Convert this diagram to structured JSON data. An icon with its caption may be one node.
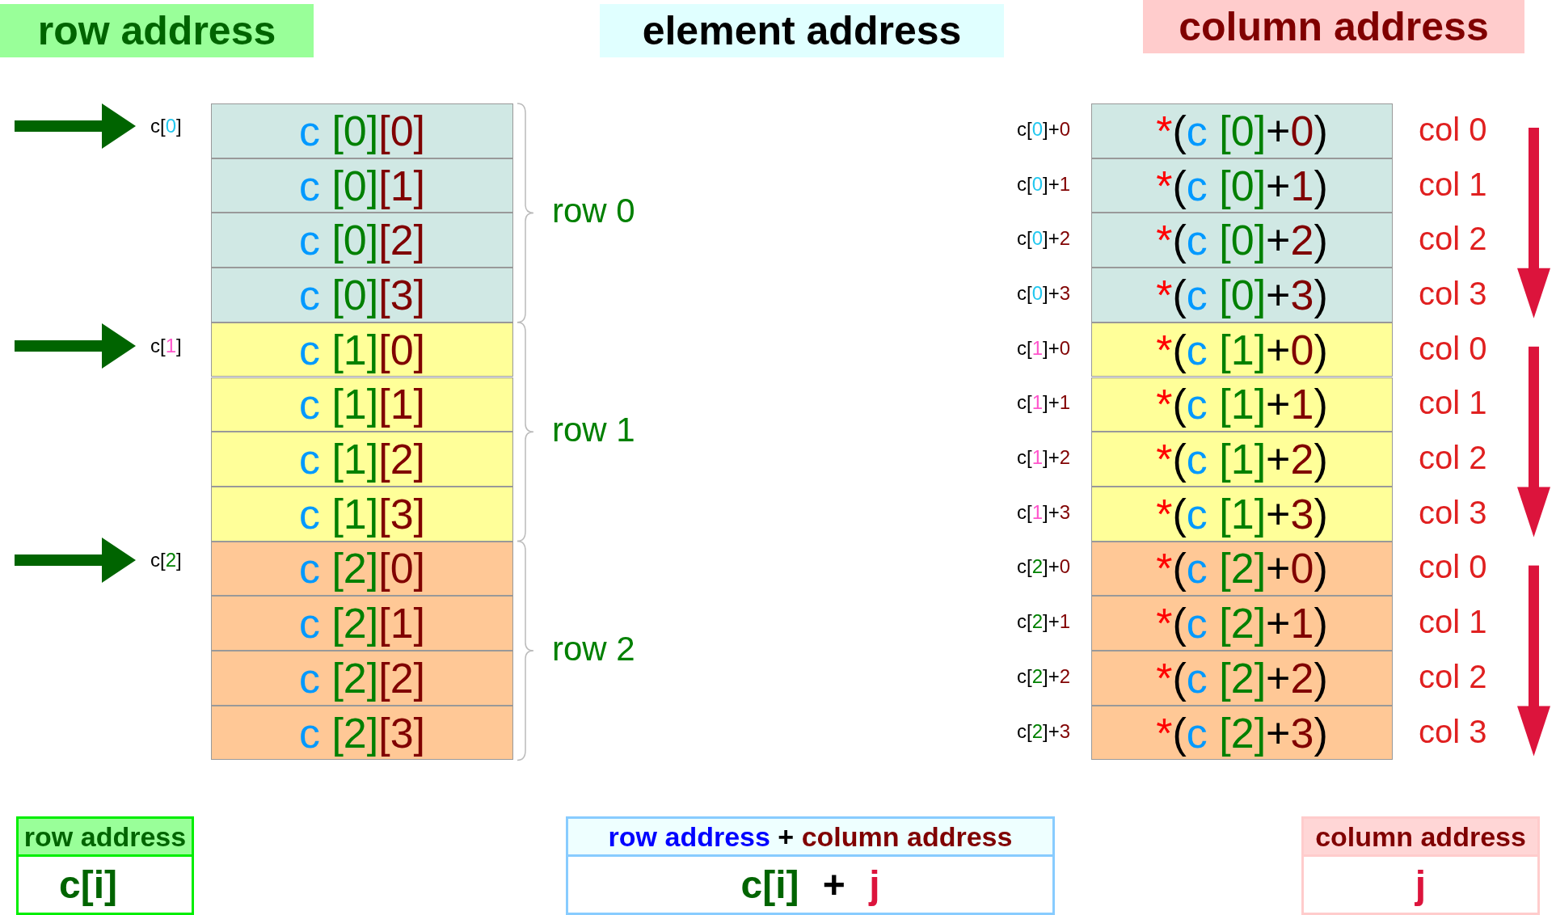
{
  "diagram": {
    "nodes": [
      {
        "text": [
          "row address"
        ]
      },
      {
        "text": [
          "element address"
        ]
      },
      {
        "text": [
          "column address"
        ]
      },
      {
        "text": [
          "c[0]"
        ]
      },
      {
        "text": [
          "c[1]"
        ]
      },
      {
        "text": [
          "c[2]"
        ]
      },
      {
        "text": [
          "c [0][0]"
        ]
      },
      {
        "text": [
          "c [0][1]"
        ]
      },
      {
        "text": [
          "c [0][2]"
        ]
      },
      {
        "text": [
          "c [0][3]"
        ]
      },
      {
        "text": [
          "c [1][0]"
        ]
      },
      {
        "text": [
          "c [1][1]"
        ]
      },
      {
        "text": [
          "c [1][2]"
        ]
      },
      {
        "text": [
          "c [1][3]"
        ]
      },
      {
        "text": [
          "c [2][0]"
        ]
      },
      {
        "text": [
          "c [2][1]"
        ]
      },
      {
        "text": [
          "c [2][2]"
        ]
      },
      {
        "text": [
          "c [2][3]"
        ]
      },
      {
        "text": [
          "*(c [0]+0)"
        ],
        "beside": [
          "c[0]+0",
          "col 0"
        ]
      },
      {
        "text": [
          "*(c [0]+1)"
        ],
        "beside": [
          "c[0]+1",
          "col 1"
        ]
      },
      {
        "text": [
          "*(c [0]+2)"
        ],
        "beside": [
          "c[0]+2",
          "col 2"
        ]
      },
      {
        "text": [
          "*(c [0]+3)"
        ],
        "beside": [
          "c[0]+3",
          "col 3"
        ]
      },
      {
        "text": [
          "*(c [1]+0)"
        ],
        "beside": [
          "c[1]+0",
          "col 0"
        ]
      },
      {
        "text": [
          "*(c [1]+1)"
        ],
        "beside": [
          "c[1]+1",
          "col 1"
        ]
      },
      {
        "text": [
          "*(c [1]+2)"
        ],
        "beside": [
          "c[1]+2",
          "col 2"
        ]
      },
      {
        "text": [
          "*(c [1]+3)"
        ],
        "beside": [
          "c[1]+3",
          "col 3"
        ]
      },
      {
        "text": [
          "*(c [2]+0)"
        ],
        "beside": [
          "c[2]+0",
          "col 0"
        ]
      },
      {
        "text": [
          "*(c [2]+1)"
        ],
        "beside": [
          "c[2]+1",
          "col 1"
        ]
      },
      {
        "text": [
          "*(c [2]+2)"
        ],
        "beside": [
          "c[2]+2",
          "col 2"
        ]
      },
      {
        "text": [
          "*(c [2]+3)"
        ],
        "beside": [
          "c[2]+3",
          "col 3"
        ]
      },
      {
        "text": [
          "row address",
          "c[i]"
        ]
      },
      {
        "text": [
          "row address + column address",
          "c[i] + j"
        ]
      },
      {
        "text": [
          "column address",
          "j"
        ]
      }
    ],
    "edges": [
      {
        "from": null,
        "to": 3,
        "arrow": "to"
      },
      {
        "from": null,
        "to": 4,
        "arrow": "to"
      },
      {
        "from": null,
        "to": 5,
        "arrow": "to"
      }
    ],
    "labels": [
      "row 0",
      "row 1",
      "row 2"
    ]
  }
}
